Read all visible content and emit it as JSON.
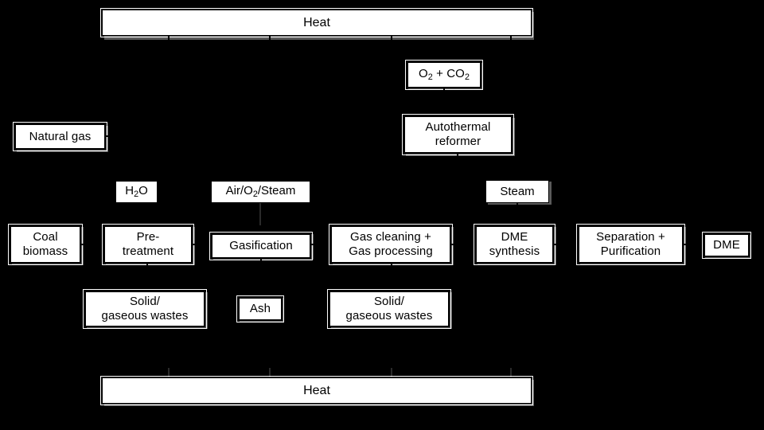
{
  "diagram": {
    "title": "DME production process block flow diagram",
    "background_color": "#000000",
    "box_fill": "#ffffff",
    "box_stroke": "#000000",
    "shadow_color": "#5a5a5a"
  },
  "heat_top": {
    "label": "Heat"
  },
  "heat_bottom": {
    "label": "Heat"
  },
  "feeds": {
    "o2_co2": {
      "label_a": "O",
      "sub_a": "2",
      "mid": " + CO",
      "sub_b": "2"
    },
    "natural_gas": {
      "label": "Natural gas"
    },
    "autothermal_reformer": {
      "line1": "Autothermal",
      "line2": "reformer"
    },
    "h2o": {
      "label_a": "H",
      "sub_a": "2",
      "label_b": "O"
    },
    "air_o2_steam": {
      "label_a": "Air/O",
      "sub_a": "2",
      "label_b": "/Steam"
    },
    "steam": {
      "label": "Steam"
    }
  },
  "process": [
    {
      "id": "coal-biomass",
      "line1": "Coal",
      "line2": "biomass"
    },
    {
      "id": "pre-treatment",
      "line1": "Pre-",
      "line2": "treatment"
    },
    {
      "id": "gasification",
      "line1": "Gasification",
      "line2": ""
    },
    {
      "id": "gas-cleaning",
      "line1": "Gas cleaning +",
      "line2": "Gas processing"
    },
    {
      "id": "dme-synthesis",
      "line1": "DME",
      "line2": "synthesis"
    },
    {
      "id": "separation",
      "line1": "Separation +",
      "line2": "Purification"
    },
    {
      "id": "dme-product",
      "line1": "DME",
      "line2": ""
    }
  ],
  "wastes": [
    {
      "id": "wastes-left",
      "line1": "Solid/",
      "line2": "gaseous wastes"
    },
    {
      "id": "ash",
      "line1": "Ash",
      "line2": ""
    },
    {
      "id": "wastes-right",
      "line1": "Solid/",
      "line2": "gaseous wastes"
    }
  ]
}
